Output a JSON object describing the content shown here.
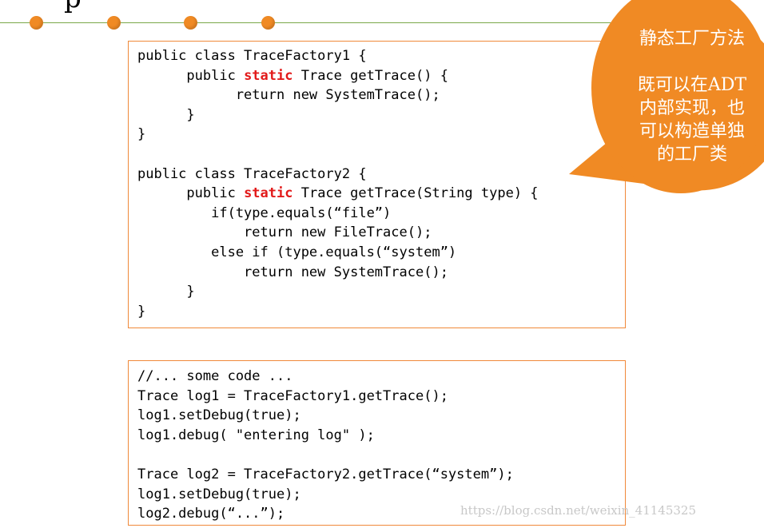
{
  "slide": {
    "title_fragment": "p",
    "callout": {
      "title": "静态工厂方法",
      "body_lines": [
        "既可以在ADT",
        "内部实现，也",
        "可以构造单独",
        "的工厂类"
      ]
    },
    "code_block_1": {
      "lines": [
        {
          "pre": "public class TraceFactory1 {",
          "kw": "",
          "post": ""
        },
        {
          "pre": "      public ",
          "kw": "static",
          "post": " Trace getTrace() {"
        },
        {
          "pre": "            return new SystemTrace();",
          "kw": "",
          "post": ""
        },
        {
          "pre": "      }",
          "kw": "",
          "post": ""
        },
        {
          "pre": "}",
          "kw": "",
          "post": ""
        },
        {
          "pre": "",
          "kw": "",
          "post": ""
        },
        {
          "pre": "public class TraceFactory2 {",
          "kw": "",
          "post": ""
        },
        {
          "pre": "      public ",
          "kw": "static",
          "post": " Trace getTrace(String type) {"
        },
        {
          "pre": "         if(type.equals(“file”)",
          "kw": "",
          "post": ""
        },
        {
          "pre": "             return new FileTrace();",
          "kw": "",
          "post": ""
        },
        {
          "pre": "         else if (type.equals(“system”)",
          "kw": "",
          "post": ""
        },
        {
          "pre": "             return new SystemTrace();",
          "kw": "",
          "post": ""
        },
        {
          "pre": "      }",
          "kw": "",
          "post": ""
        },
        {
          "pre": "}",
          "kw": "",
          "post": ""
        }
      ]
    },
    "code_block_2": {
      "lines": [
        "//... some code ...",
        "Trace log1 = TraceFactory1.getTrace();",
        "log1.setDebug(true);",
        "log1.debug( \"entering log\" );",
        "",
        "Trace log2 = TraceFactory2.getTrace(“system”);",
        "log1.setDebug(true);",
        "log2.debug(“...”);"
      ]
    },
    "watermark": "https://blog.csdn.net/weixin_41145325"
  },
  "colors": {
    "accent": "#f08a24",
    "keyword": "#e21a1a",
    "rule": "#7aa84a"
  }
}
